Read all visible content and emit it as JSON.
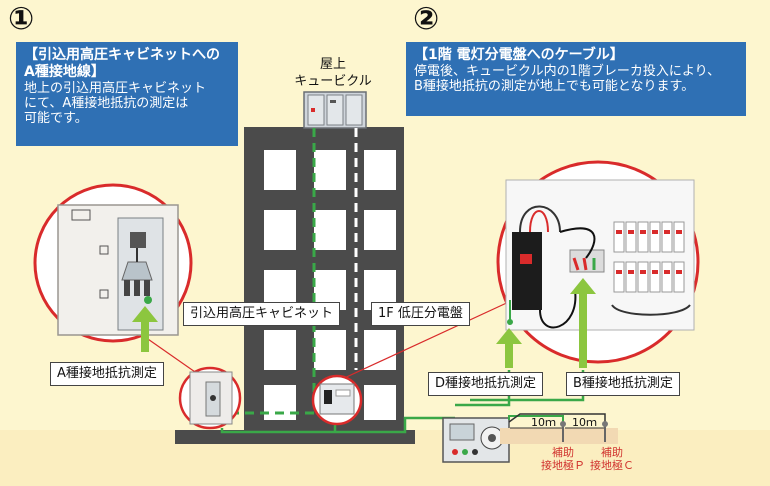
{
  "badges": {
    "one": "①",
    "two": "②"
  },
  "callout_a": {
    "title_1": "【引込用高圧キャビネットへの",
    "title_2": "A種接地線】",
    "body_1": "地上の引込用高圧キャビネット",
    "body_2": "にて、A種接地抵抗の測定は",
    "body_3": "可能です。"
  },
  "callout_b": {
    "title": "【1階 電灯分電盤へのケーブル】",
    "body_1": "停電後、キュービクル内の1階ブレーカ投入により、",
    "body_2": "B種接地抵抗の測定が地上でも可能となります。"
  },
  "rooftop": {
    "line_1": "屋上",
    "line_2": "キュービクル"
  },
  "labels": {
    "cabinet": "引込用高圧キャビネット",
    "panel": "1F 低圧分電盤",
    "a_measure": "A種接地抵抗測定",
    "d_measure": "D種接地抵抗測定",
    "b_measure": "B種接地抵抗測定"
  },
  "distances": {
    "first": "10ｍ",
    "second": "10ｍ"
  },
  "electrodes": {
    "p_line_1": "補助",
    "p_line_2": "接地極Ｐ",
    "c_line_1": "補助",
    "c_line_2": "接地極Ｃ"
  },
  "colors": {
    "callout": "#2f70b4",
    "building": "#4b4b4b",
    "ground_wire": "#3aa848",
    "arrow": "#8cc63f",
    "zoom_ring": "#d92b2b",
    "electrode_text": "#d0312d",
    "background": "#fdf6cf"
  }
}
